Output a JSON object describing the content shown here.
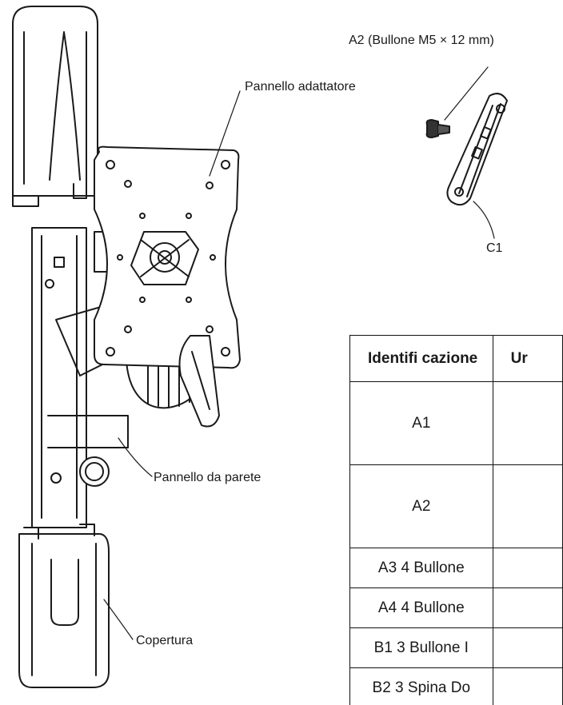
{
  "labels": {
    "bolt_a2": "A2 (Bullone M5 × 12 mm)",
    "adapter_panel": "Pannello adattatore",
    "c1": "C1",
    "wall_panel": "Pannello da parete",
    "cover": "Copertura"
  },
  "table": {
    "header_id": "Identifi cazione",
    "header_unit": "Ur",
    "rows": [
      {
        "id": "A1"
      },
      {
        "id": "A2"
      },
      {
        "id": "A3 4 Bullone"
      },
      {
        "id": "A4 4 Bullone"
      },
      {
        "id": "B1 3 Bullone I"
      },
      {
        "id": "B2 3 Spina Do"
      }
    ]
  }
}
